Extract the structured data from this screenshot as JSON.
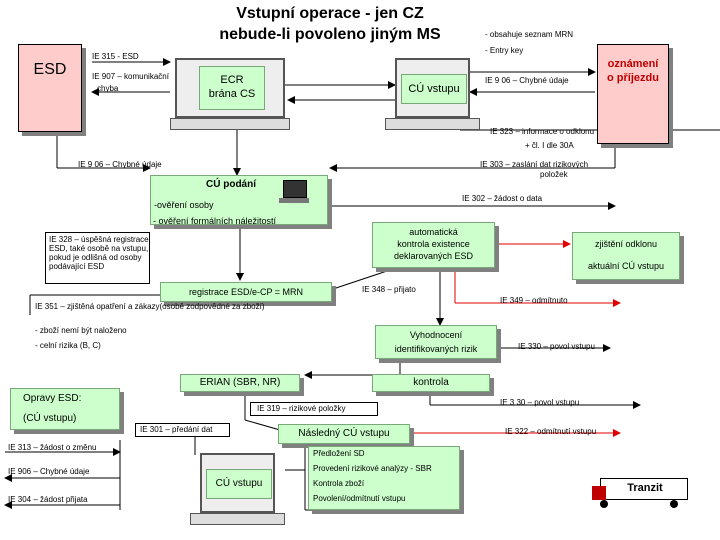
{
  "title": {
    "line1": "Vstupní operace - jen CZ",
    "line2": "nebude-li povoleno jiným MS"
  },
  "esd_doc": "ESD",
  "notification_doc": {
    "line1": "oznámení",
    "line2": "o příjezdu"
  },
  "top_notes": {
    "mrn": "- obsahuje seznam MRN",
    "entry": "- Entry key"
  },
  "boxes": {
    "ecr": {
      "line1": "ECR",
      "line2": "brána CS"
    },
    "cu_vstupu": "CÚ vstupu",
    "cu_podani": "CÚ podání",
    "overeni_osoby": "-ověření osoby",
    "overeni_nalezitosti": "- ověření formálních náležitostí",
    "auto_kontrola": {
      "line1": "automatická",
      "line2": "kontrola existence",
      "line3": "deklarovaných ESD"
    },
    "zjisteni": {
      "line1": "zjištění odklonu",
      "line2": "aktuální CÚ vstupu"
    },
    "registrace": "registrace ESD/e-CP = MRN",
    "vyhodnoceni": {
      "line1": "Vyhodnocení",
      "line2": "identifikovaných rizik"
    },
    "erian": "ERIAN (SBR, NR)",
    "kontrola": "kontrola",
    "opravy": {
      "line1": "Opravy ESD:",
      "line2": "(CÚ vstupu)"
    },
    "nasledny": "Následný CÚ vstupu",
    "cu_vstupu_bottom": "CÚ vstupu",
    "tranzit": "Tranzit"
  },
  "labels": {
    "ie315": "IE 315 - ESD",
    "ie907a": "IE 907 – komunikační",
    "ie907b": "chyba",
    "ie906_top": "IE 9 06 – Chybné údaje",
    "ie323a": "IE 323 – informace o odklonu",
    "ie323b": "+ čl. I dle 30A",
    "ie906_mid": "IE 9 06 – Chybné údaje",
    "ie303a": "IE 303 – zaslání dat rizikových",
    "ie303b": "položek",
    "ie302": "IE 302 – žádost o data",
    "ie328": "IE 328 – úspěšná registrace ESD, také osobě na vstupu, pokud je odlišná od osoby podávající ESD",
    "ie348": "IE 348 – přijato",
    "ie349": "IE 349 – odmítnuto",
    "ie351": "IE 351 – zjištěná opatření a zákazy(osobě zodpovědné za zboží)",
    "zbozi_neni": "- zboží nemí být naloženo",
    "celni_rizika": "- celní rizika (B, C)",
    "ie330_a": "IE 330 – povol vstupu",
    "ie330_b": "IE 3 30 – povol vstupu",
    "ie319": "IE 319 – rizikové položky",
    "ie301": "IE 301 – předání dat",
    "ie322": "IE 322 – odmítnutí vstupu",
    "ie313": "IE 313 – žádost o změnu",
    "ie906_bottom": "IE 906 – Chybné údaje",
    "ie304": "IE 304 – žádost přijata"
  },
  "bottom_list": [
    "Předložení SD",
    "Provedení rizikové analýzy - SBR",
    "Kontrola zboží",
    "Povolení/odmítnutí vstupu"
  ]
}
